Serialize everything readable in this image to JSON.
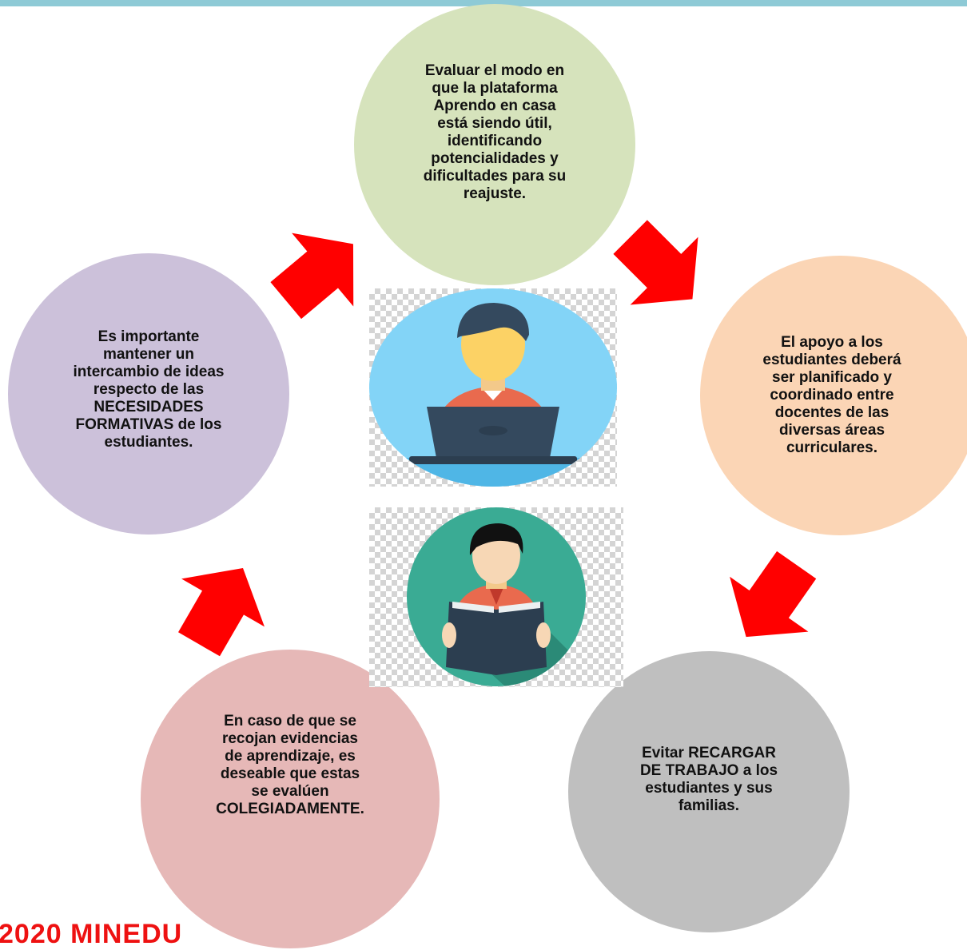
{
  "colors": {
    "top_bar": "#8ecad6",
    "arrow": "#ff0000",
    "circle_top": "#d6e3bc",
    "circle_right": "#fbd5b5",
    "circle_bottom_right": "#bfbfbf",
    "circle_bottom_left": "#e6b8b7",
    "circle_left": "#ccc1da",
    "footer": "#ee1111"
  },
  "cycle": [
    {
      "text": "Evaluar el modo en\nque la plataforma\nAprendo en casa\nestá siendo útil,\nidentificando\npotencialidades y\ndificultades para su\nreajuste."
    },
    {
      "text": "El apoyo a los\nestudiantes deberá\nser planificado y\ncoordinado entre\ndocentes de las\ndiversas áreas\ncurriculares."
    },
    {
      "text": "Evitar RECARGAR\nDE TRABAJO a los\nestudiantes y sus\nfamilias."
    },
    {
      "text": "En caso de que se\nrecojan evidencias\nde aprendizaje, es\ndeseable que estas\nse evalúen\nCOLEGIADAMENTE."
    },
    {
      "text": "Es importante\nmantener un\nintercambio de ideas\nrespecto de las\nNECESIDADES\nFORMATIVAS de los\nestudiantes."
    }
  ],
  "icons": {
    "teacher": "teacher-laptop-icon",
    "student": "student-reading-icon",
    "arrow": "arrow-icon"
  },
  "footer": {
    "text": "2020 MINEDU"
  }
}
